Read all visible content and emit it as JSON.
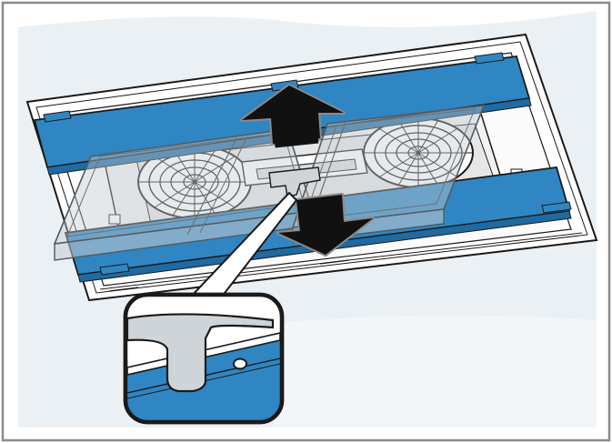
{
  "figure": {
    "kind": "instruction-illustration",
    "colors": {
      "frame": "#8a8a8a",
      "backdrop": "#ebf0f4",
      "hood_body": "#ffffff",
      "outline": "#1a1a1a",
      "rail_blue": "#2f86c2",
      "rail_blue_dark": "#1f6aa0",
      "filter_glass": "#c6ccd2",
      "arrow": "#111111",
      "magnifier_fill": "#ffffff"
    },
    "icons": {
      "motion": "double-arrow-up-down-icon",
      "detail": "magnifier-callout-icon"
    },
    "parts": {
      "fans": 2,
      "filter_panels": 2,
      "rails": 2,
      "tab": "release-tab"
    }
  }
}
